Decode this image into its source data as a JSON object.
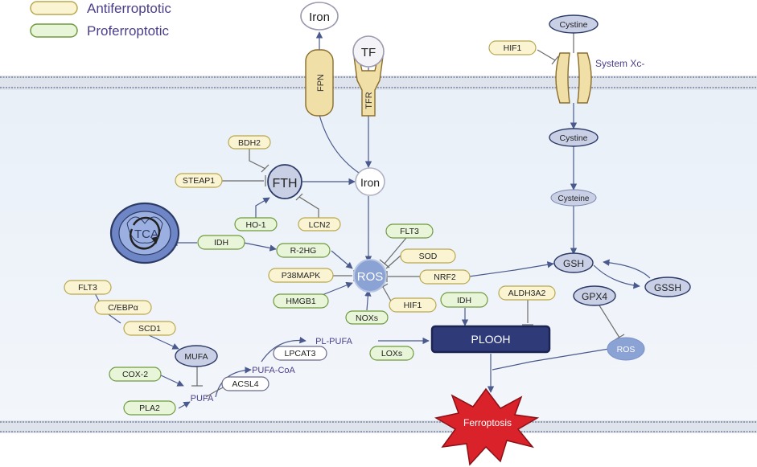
{
  "legend": {
    "anti": "Antiferroptotic",
    "pro": "Proferroptotic",
    "anti_color": "#fbf4d3",
    "pro_color": "#e8f5d8"
  },
  "nodes": {
    "iron_out": "Iron",
    "tf": "TF",
    "fpn": "FPN",
    "tfr": "TFR",
    "cystine_out": "Cystine",
    "system_xc": "System Xc-",
    "cystine_in": "Cystine",
    "cysteine": "Cysteine",
    "gsh": "GSH",
    "gssh": "GSSH",
    "gpx4": "GPX4",
    "ros2": "ROS",
    "fth": "FTH",
    "iron_in": "Iron",
    "ros": "ROS",
    "tca": "TCA",
    "mufa": "MUFA",
    "pufa": "PUFA",
    "pufa_coa": "PUFA-CoA",
    "pl_pufa": "PL-PUFA",
    "plooh": "PLOOH",
    "ferroptosis": "Ferroptosis"
  },
  "factors": {
    "hif1_top": "HIF1",
    "bdh2": "BDH2",
    "steap1": "STEAP1",
    "ho1": "HO-1",
    "lcn2": "LCN2",
    "idh_left": "IDH",
    "r2hg": "R-2HG",
    "flt3_ros": "FLT3",
    "sod": "SOD",
    "p38mapk": "P38MAPK",
    "nrf2": "NRF2",
    "hmgb1": "HMGB1",
    "hif1_ros": "HIF1",
    "noxs": "NOXs",
    "idh_plooh": "IDH",
    "aldh3a2": "ALDH3A2",
    "loxs": "LOXs",
    "flt3_left": "FLT3",
    "cebpa": "C/EBPα",
    "scd1": "SCD1",
    "cox2": "COX-2",
    "lpcat3": "LPCAT3",
    "acsl4": "ACSL4",
    "pla2": "PLA2"
  }
}
